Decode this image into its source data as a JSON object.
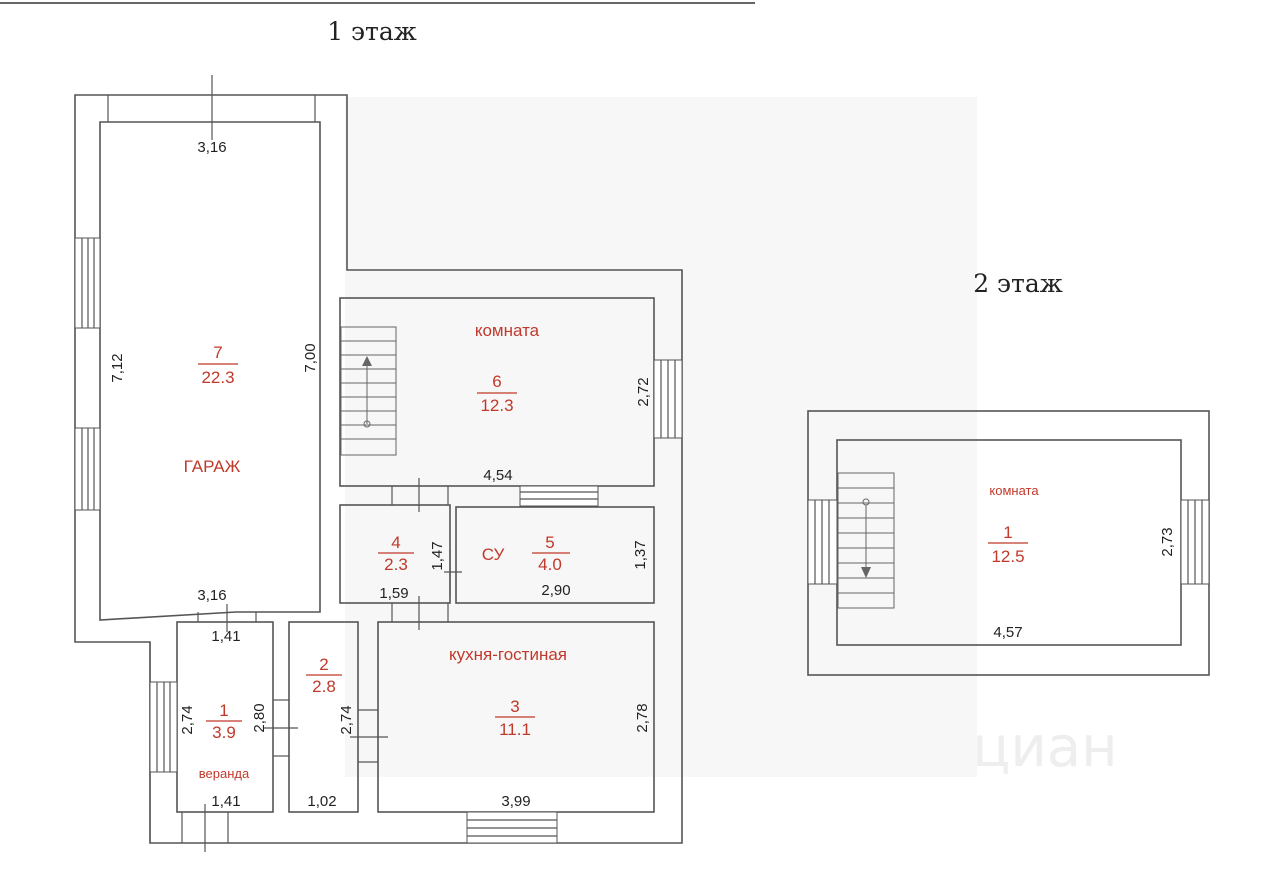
{
  "floors": {
    "first_title": "1 этаж",
    "second_title": "2 этаж"
  },
  "rooms": {
    "garage": {
      "number": "7",
      "area": "22.3",
      "name": "ГАРАЖ"
    },
    "room6": {
      "number": "6",
      "area": "12.3",
      "name": "комната"
    },
    "room4": {
      "number": "4",
      "area": "2.3"
    },
    "bath": {
      "number": "5",
      "area": "4.0",
      "name": "СУ"
    },
    "room2": {
      "number": "2",
      "area": "2.8"
    },
    "veranda": {
      "number": "1",
      "area": "3.9",
      "name": "веранда"
    },
    "kitchen": {
      "number": "3",
      "area": "11.1",
      "name": "кухня-гостиная"
    },
    "upper": {
      "number": "1",
      "area": "12.5",
      "name": "комната"
    }
  },
  "dimensions": {
    "garage_top": "3,16",
    "garage_left": "7,12",
    "garage_right": "7,00",
    "garage_bottom": "3,16",
    "room6_bottom": "4,54",
    "room6_right": "2,72",
    "room4_right": "1,47",
    "room4_bottom": "1,59",
    "bath_right": "1,37",
    "bath_bottom": "2,90",
    "veranda_top": "1,41",
    "veranda_left": "2,74",
    "veranda_right": "2,80",
    "veranda_bottom": "1,41",
    "room2_right": "2,74",
    "room2_bottom": "1,02",
    "kitchen_right": "2,78",
    "kitchen_bottom": "3,99",
    "upper_right": "2,73",
    "upper_bottom": "4,57"
  },
  "watermark": "циан"
}
